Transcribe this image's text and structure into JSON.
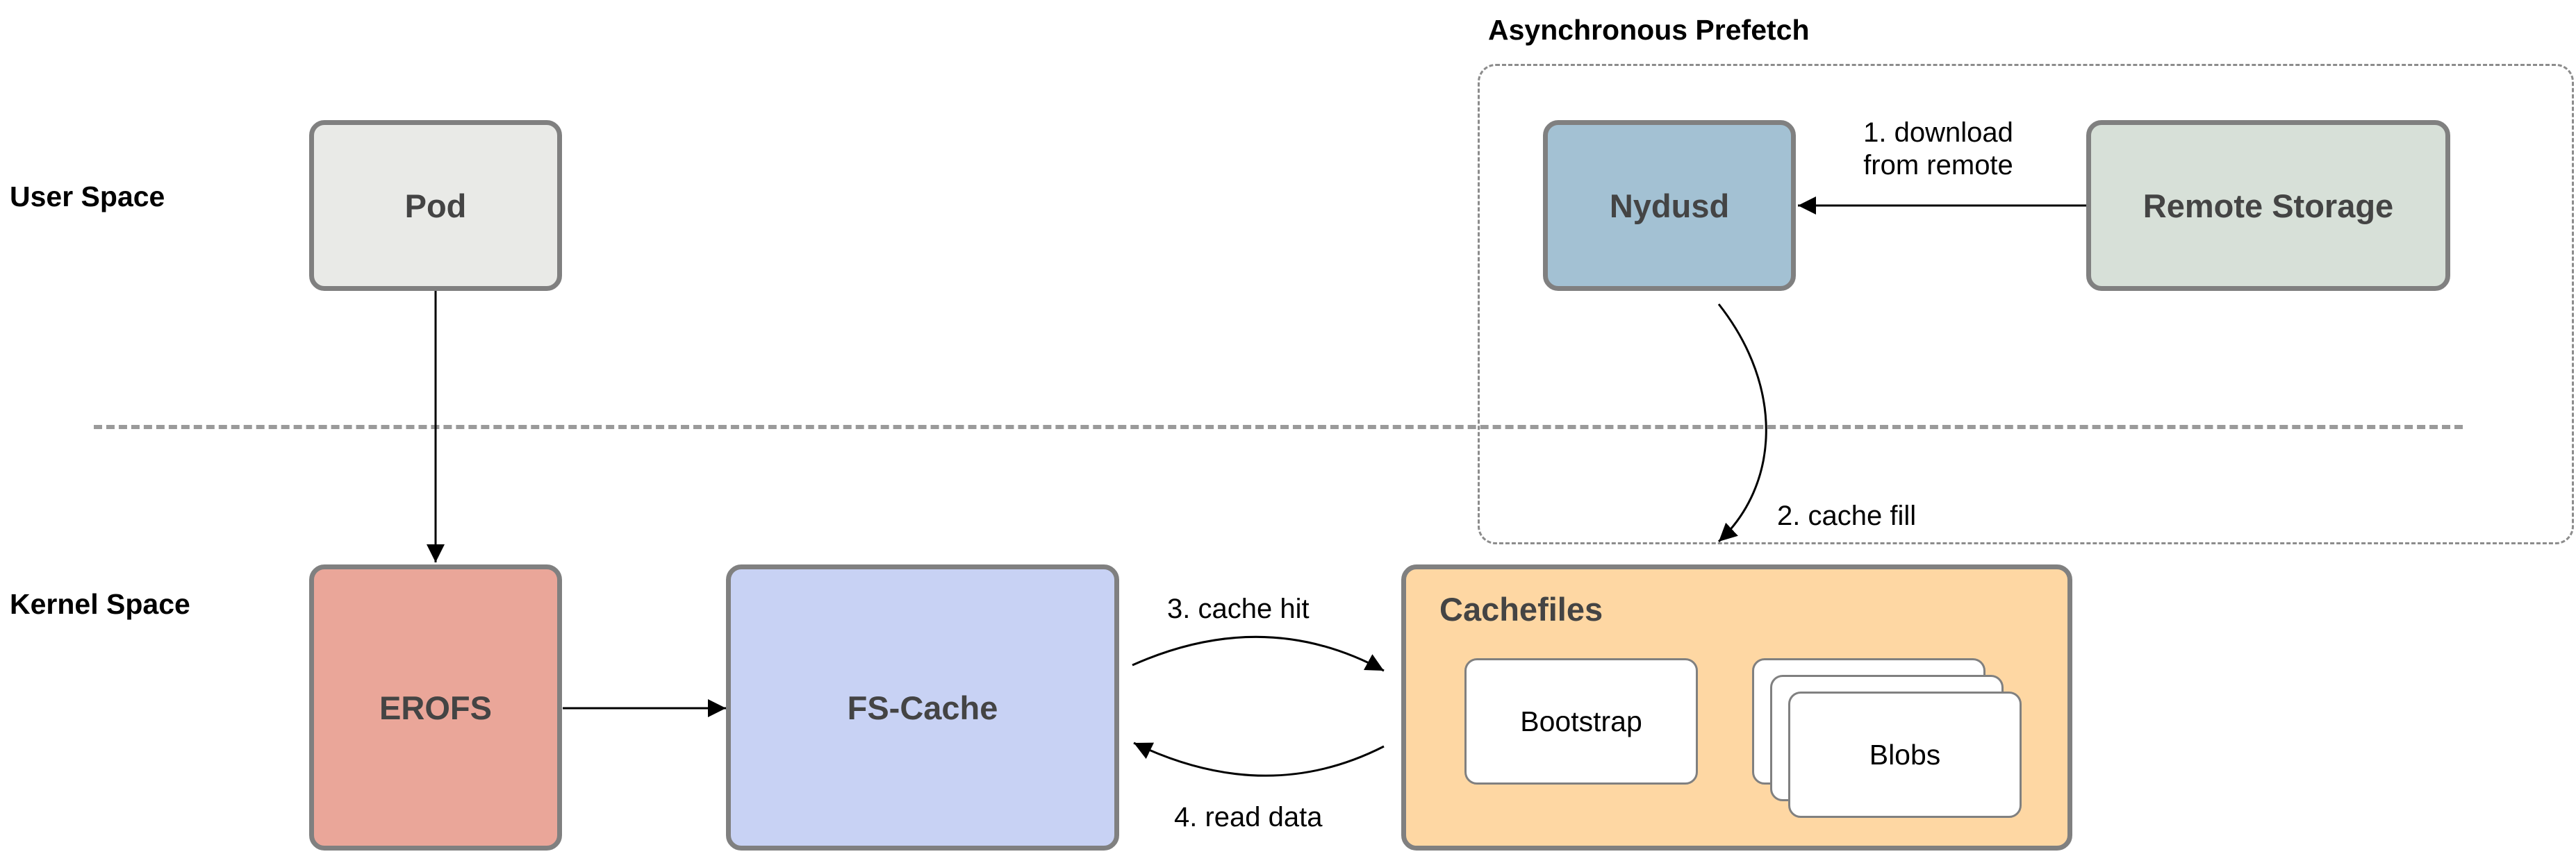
{
  "sections": {
    "user_space": "User Space",
    "kernel_space": "Kernel Space"
  },
  "group": {
    "title": "Asynchronous Prefetch"
  },
  "nodes": {
    "pod": {
      "label": "Pod",
      "fill": "#E9EAE7"
    },
    "nydusd": {
      "label": "Nydusd",
      "fill": "#A3C1D3"
    },
    "remote_storage": {
      "label": "Remote Storage",
      "fill": "#D7E0D8"
    },
    "erofs": {
      "label": "EROFS",
      "fill": "#EAA699"
    },
    "fscache": {
      "label": "FS-Cache",
      "fill": "#C8D2F4"
    },
    "cachefiles": {
      "label": "Cachefiles",
      "fill": "#FED7A3",
      "children": {
        "bootstrap": "Bootstrap",
        "blobs": "Blobs"
      }
    }
  },
  "edges": {
    "download_line1": "1. download",
    "download_line2": "from remote",
    "cache_fill": "2. cache fill",
    "cache_hit": "3. cache hit",
    "read_data": "4. read data"
  }
}
